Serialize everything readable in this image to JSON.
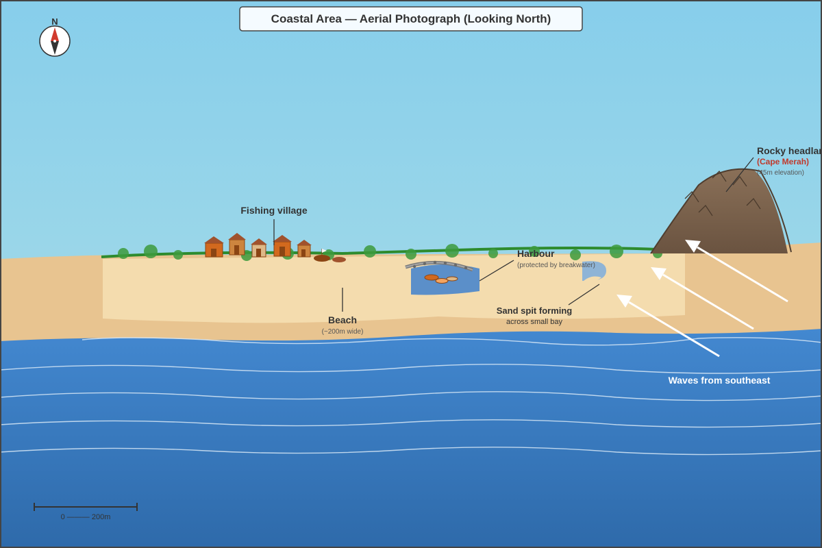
{
  "title": "Coastal Area — Aerial Photograph (Looking North)",
  "compass": {
    "letter": "N"
  },
  "labels": {
    "village": {
      "title": "Fishing village"
    },
    "beach": {
      "title": "Beach",
      "note": "(~200m wide)"
    },
    "harbour": {
      "title": "Harbour",
      "note": "(protected by breakwater)"
    },
    "spit": {
      "title": "Sand spit forming",
      "note": "across small bay"
    },
    "headland": {
      "title": "Rocky headland",
      "name": "(Cape Merah)",
      "note": "(45m elevation)"
    },
    "waves": {
      "title": "Waves from southeast"
    }
  },
  "scale_bar": {
    "label": "0 ——— 200m"
  },
  "colors": {
    "sky": "#87ceeb",
    "sea": "#3a7cc6",
    "sand": "#f4dcae",
    "vegetation": "#2e8b2e",
    "headland": "#7a6350",
    "house_roof": "#c0602a",
    "headland_name": "#c0392b",
    "waves_label": "#ffffff"
  }
}
